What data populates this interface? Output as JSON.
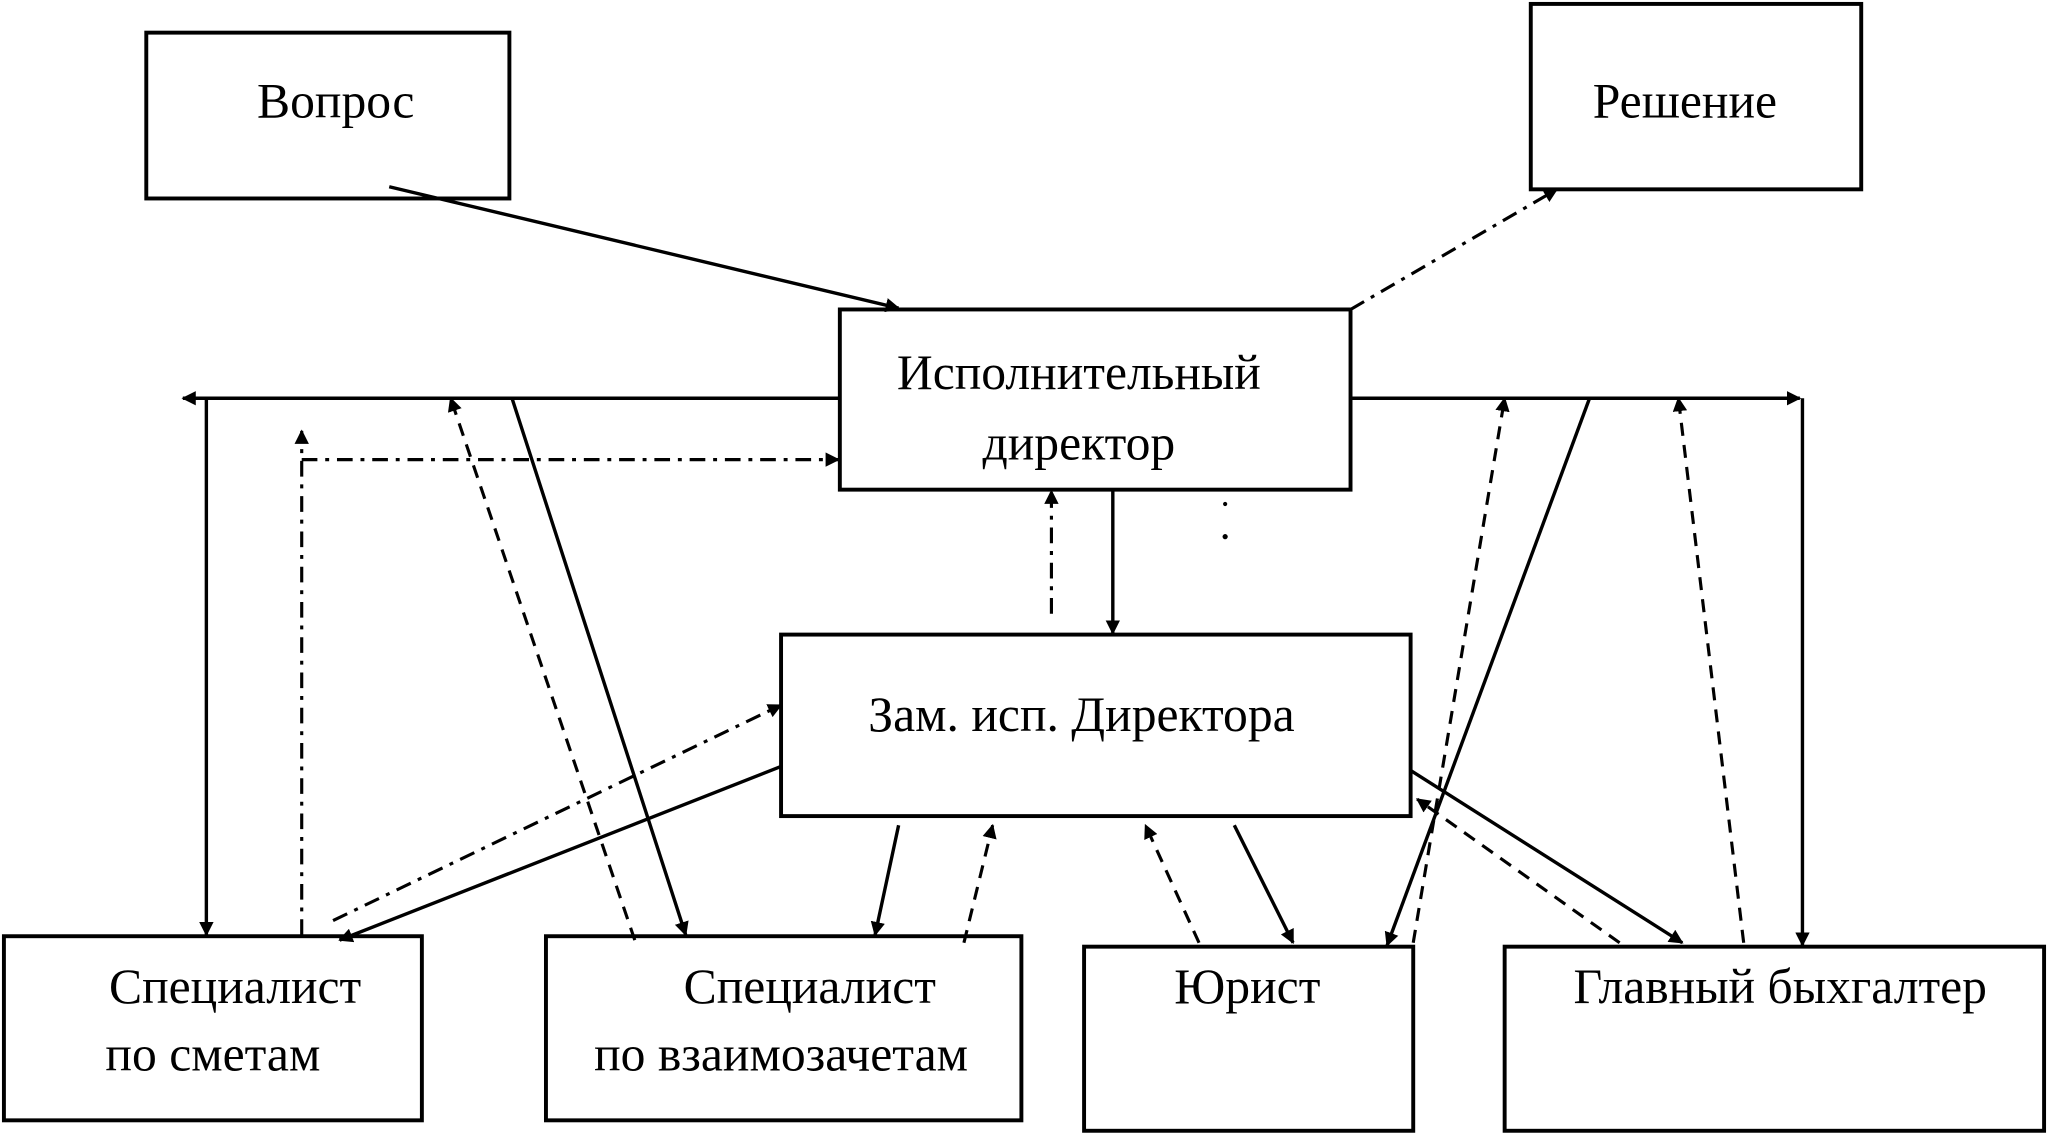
{
  "diagram": {
    "nodes": {
      "question": {
        "label": "Вопрос"
      },
      "decision": {
        "label": "Решение"
      },
      "exec_director": {
        "label_line1": "Исполнительный",
        "label_line2": "директор"
      },
      "deputy": {
        "label": "Зам. исп. Директора"
      },
      "estimates": {
        "label_line1": "Специалист",
        "label_line2": "по сметам"
      },
      "offsets": {
        "label_line1": "Специалист",
        "label_line2": "по взаимозачетам"
      },
      "lawyer": {
        "label": "Юрист"
      },
      "accountant": {
        "label": "Главный быхгалтер"
      }
    },
    "edges": [
      {
        "from": "question",
        "to": "exec_director",
        "style": "solid"
      },
      {
        "from": "exec_director",
        "to": "decision",
        "style": "dash-dot"
      },
      {
        "from": "exec_director",
        "to": "deputy",
        "style": "solid"
      },
      {
        "from": "deputy",
        "to": "exec_director",
        "style": "dash-dot"
      },
      {
        "from": "exec_director",
        "to": "estimates",
        "style": "solid"
      },
      {
        "from": "estimates",
        "to": "exec_director",
        "style": "dash-dot"
      },
      {
        "from": "exec_director",
        "to": "offsets",
        "style": "solid"
      },
      {
        "from": "offsets",
        "to": "exec_director",
        "style": "dashed"
      },
      {
        "from": "exec_director",
        "to": "lawyer",
        "style": "solid"
      },
      {
        "from": "lawyer",
        "to": "exec_director",
        "style": "dashed"
      },
      {
        "from": "exec_director",
        "to": "accountant",
        "style": "solid"
      },
      {
        "from": "accountant",
        "to": "exec_director",
        "style": "dashed"
      },
      {
        "from": "deputy",
        "to": "estimates",
        "style": "solid"
      },
      {
        "from": "estimates",
        "to": "deputy",
        "style": "dash-dot"
      },
      {
        "from": "deputy",
        "to": "offsets",
        "style": "solid"
      },
      {
        "from": "offsets",
        "to": "deputy",
        "style": "dashed"
      },
      {
        "from": "deputy",
        "to": "lawyer",
        "style": "solid"
      },
      {
        "from": "lawyer",
        "to": "deputy",
        "style": "dashed"
      },
      {
        "from": "deputy",
        "to": "accountant",
        "style": "solid"
      },
      {
        "from": "accountant",
        "to": "deputy",
        "style": "dashed"
      }
    ]
  }
}
